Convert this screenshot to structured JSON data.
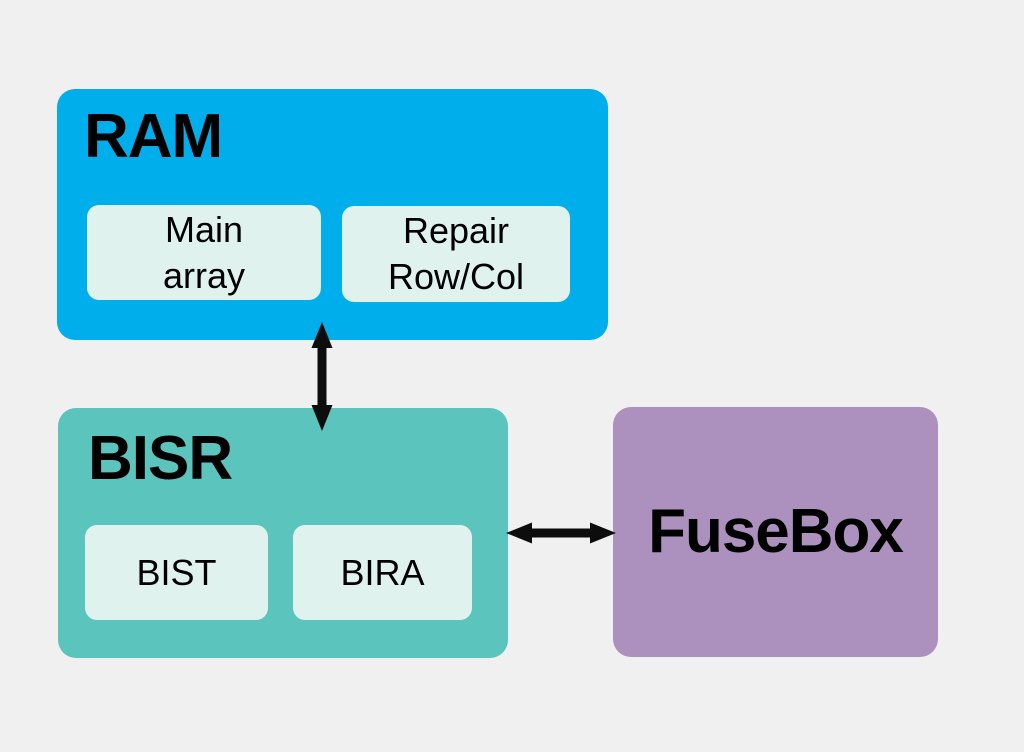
{
  "colors": {
    "background": "#F0F0F1",
    "ram_fill": "#00AEEC",
    "bisr_fill": "#5BC4BC",
    "fusebox_fill": "#AC90BE",
    "subblock_fill": "#E0F2EE",
    "arrow": "#0D0D0D",
    "text": "#000000"
  },
  "blocks": {
    "ram": {
      "title": "RAM",
      "main_array": {
        "line1": "Main",
        "line2": "array"
      },
      "repair": {
        "line1": "Repair",
        "line2": "Row/Col"
      }
    },
    "bisr": {
      "title": "BISR",
      "bist": "BIST",
      "bira": "BIRA"
    },
    "fusebox": {
      "title": "FuseBox"
    }
  },
  "arrows": [
    {
      "name": "ram-bisr",
      "type": "double-headed",
      "direction": "vertical"
    },
    {
      "name": "bisr-fusebox",
      "type": "double-headed",
      "direction": "horizontal"
    }
  ]
}
